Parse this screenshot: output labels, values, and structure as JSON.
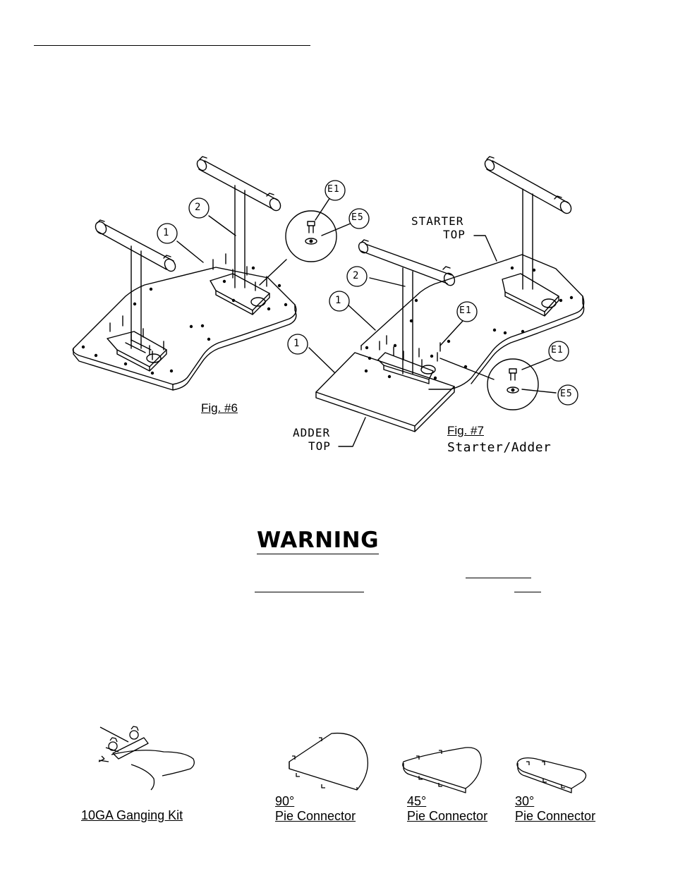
{
  "figures": {
    "fig6": {
      "label": "Fig. #6"
    },
    "fig7": {
      "label": "Fig. #7",
      "caption": "Starter/Adder"
    }
  },
  "callouts": {
    "starter_top_line1": "STARTER",
    "starter_top_line2": "TOP",
    "adder_top_line1": "ADDER",
    "adder_top_line2": "TOP",
    "balloon_1": "1",
    "balloon_2": "2",
    "balloon_e1": "E1",
    "balloon_e5": "E5"
  },
  "warning": {
    "title": "WARNING"
  },
  "accessories": [
    {
      "line1": "10GA Ganging Kit",
      "line2": ""
    },
    {
      "line1": "90°",
      "line2": "Pie Connector"
    },
    {
      "line1": "45°",
      "line2": "Pie Connector"
    },
    {
      "line1": "30°",
      "line2": "Pie Connector"
    }
  ]
}
